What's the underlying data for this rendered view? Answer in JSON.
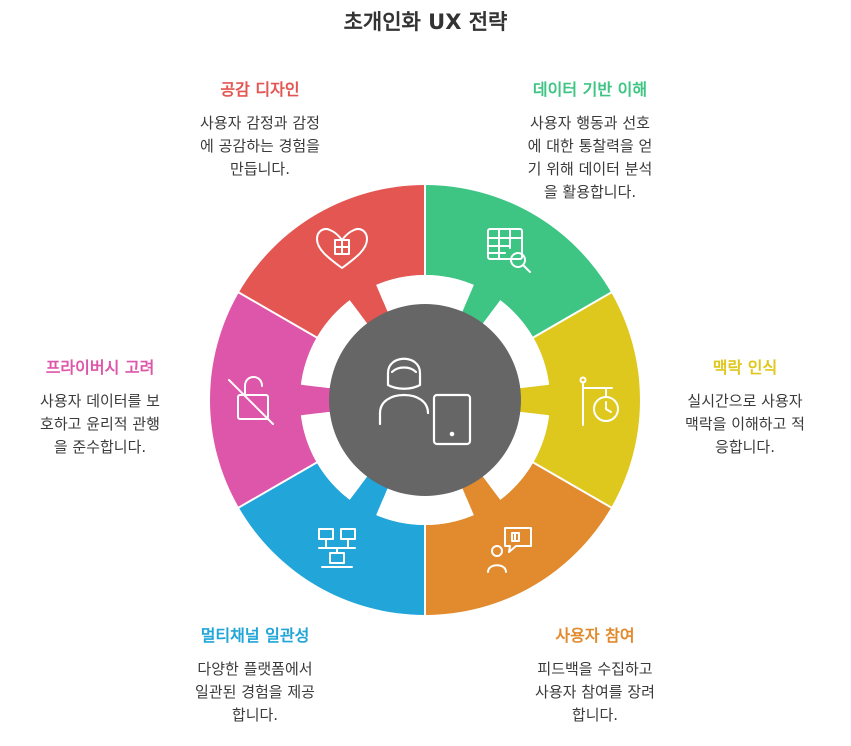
{
  "title": "초개인화 UX 전략",
  "segments": [
    {
      "key": "empathy",
      "heading": "공감 디자인",
      "lines": [
        "사용자 감정과 감정",
        "에 공감하는 경험을",
        "만듭니다."
      ],
      "color": "#e35652",
      "icon": "heart-grid-icon"
    },
    {
      "key": "data",
      "heading": "데이터 기반 이해",
      "lines": [
        "사용자 행동과 선호",
        "에 대한 통찰력을 얻",
        "기 위해 데이터 분석",
        "을 활용합니다."
      ],
      "color": "#3ec584",
      "icon": "table-search-icon"
    },
    {
      "key": "context",
      "heading": "맥락 인식",
      "lines": [
        "실시간으로 사용자",
        "맥락을 이해하고 적",
        "응합니다."
      ],
      "color": "#dfc81d",
      "icon": "signpost-clock-icon"
    },
    {
      "key": "engage",
      "heading": "사용자 참여",
      "lines": [
        "피드백을 수집하고",
        "사용자 참여를 장려",
        "합니다."
      ],
      "color": "#e18a2e",
      "icon": "person-feedback-icon"
    },
    {
      "key": "omni",
      "heading": "멀티채널 일관성",
      "lines": [
        "다양한 플랫폼에서",
        "일관된 경험을 제공",
        "합니다."
      ],
      "color": "#22a5d8",
      "icon": "network-devices-icon"
    },
    {
      "key": "privacy",
      "heading": "프라이버시 고려",
      "lines": [
        "사용자 데이터를 보",
        "호하고 윤리적 관행",
        "을 준수합니다."
      ],
      "color": "#dd56a9",
      "icon": "unlock-crossed-icon"
    }
  ],
  "center": {
    "icon": "user-tablet-icon",
    "color": "#666666"
  }
}
